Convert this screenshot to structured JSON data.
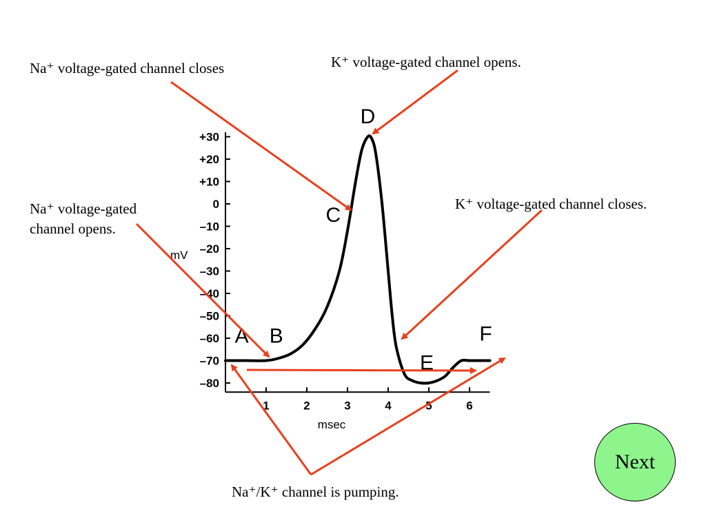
{
  "callouts": {
    "na_closes": "Na⁺ voltage-gated channel closes",
    "k_opens": "K⁺ voltage-gated channel opens.",
    "na_opens_line1": "Na⁺ voltage-gated",
    "na_opens_line2": "channel opens.",
    "k_closes": "K⁺ voltage-gated channel closes.",
    "pumping": "Na⁺/K⁺ channel is pumping."
  },
  "next_button": {
    "label": "Next",
    "color": "#8df58b"
  },
  "colors": {
    "arrow": "#e8401c",
    "curve": "#000000"
  },
  "chart_data": {
    "type": "line",
    "xlabel": "msec",
    "ylabel": "mV",
    "xlim": [
      0,
      6.5
    ],
    "ylim": [
      -85,
      32
    ],
    "x_ticks": [
      1,
      2,
      3,
      4,
      5,
      6
    ],
    "x_tick_labels": [
      "1",
      "2",
      "3",
      "4",
      "5",
      "6"
    ],
    "y_ticks": [
      30,
      20,
      10,
      0,
      -10,
      -20,
      -30,
      -40,
      -50,
      -60,
      -70,
      -80
    ],
    "y_tick_labels": [
      "+30",
      "+20",
      "+10",
      "0",
      "–10",
      "–20",
      "–30",
      "–40",
      "–50",
      "–60",
      "–70",
      "–80"
    ],
    "series": [
      {
        "x": [
          0,
          0.5,
          1.0,
          1.3,
          1.6,
          1.9,
          2.2,
          2.5,
          2.8,
          3.0,
          3.2,
          3.35,
          3.5,
          3.6,
          3.7,
          3.85,
          4.0,
          4.1,
          4.2,
          4.4,
          4.6,
          4.8,
          5.0,
          5.2,
          5.4,
          5.6,
          5.8,
          6.0,
          6.3,
          6.5
        ],
        "y": [
          -70,
          -70,
          -70,
          -69,
          -67,
          -63,
          -56,
          -46,
          -30,
          -12,
          10,
          24,
          30,
          29,
          22,
          0,
          -30,
          -50,
          -64,
          -76,
          -79,
          -80,
          -80,
          -79,
          -77,
          -73,
          -70,
          -70,
          -70,
          -70
        ]
      }
    ],
    "point_labels": [
      {
        "text": "A",
        "x": 0.4,
        "y": -62
      },
      {
        "text": "B",
        "x": 1.25,
        "y": -62
      },
      {
        "text": "C",
        "x": 2.65,
        "y": -8
      },
      {
        "text": "D",
        "x": 3.5,
        "y": 36
      },
      {
        "text": "E",
        "x": 4.95,
        "y": -74
      },
      {
        "text": "F",
        "x": 6.4,
        "y": -61
      }
    ]
  }
}
